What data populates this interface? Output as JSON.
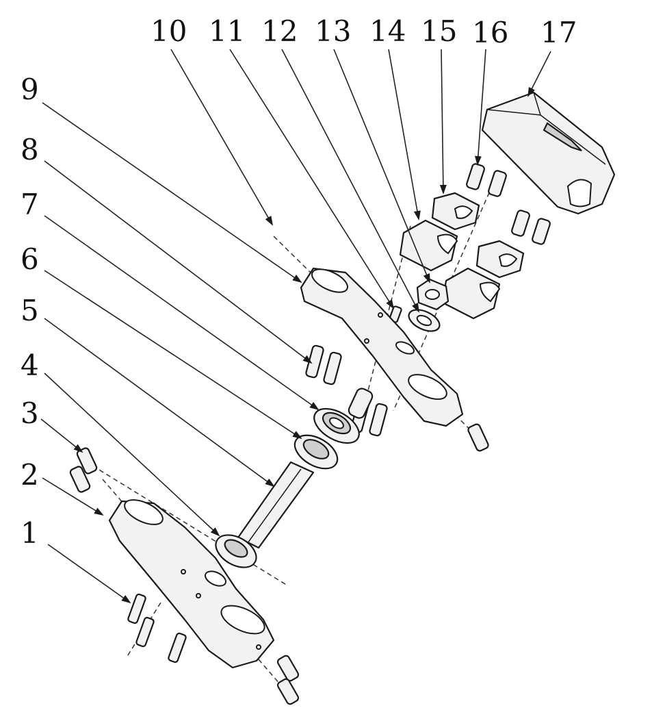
{
  "callouts": [
    {
      "id": 1,
      "label": "1"
    },
    {
      "id": 2,
      "label": "2"
    },
    {
      "id": 3,
      "label": "3"
    },
    {
      "id": 4,
      "label": "4"
    },
    {
      "id": 5,
      "label": "5"
    },
    {
      "id": 6,
      "label": "6"
    },
    {
      "id": 7,
      "label": "7"
    },
    {
      "id": 8,
      "label": "8"
    },
    {
      "id": 9,
      "label": "9"
    },
    {
      "id": 10,
      "label": "10"
    },
    {
      "id": 11,
      "label": "11"
    },
    {
      "id": 12,
      "label": "12"
    },
    {
      "id": 13,
      "label": "13"
    },
    {
      "id": 14,
      "label": "14"
    },
    {
      "id": 15,
      "label": "15"
    },
    {
      "id": 16,
      "label": "16"
    },
    {
      "id": 17,
      "label": "17"
    }
  ],
  "colors": {
    "line": "#1a1a1a",
    "background": "#ffffff",
    "part_fill": "#f2f2f2"
  }
}
